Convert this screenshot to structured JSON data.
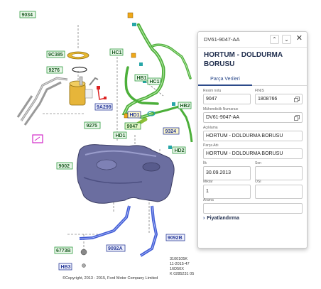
{
  "diagram": {
    "labels": {
      "l9034": "9034",
      "l9c385": "9C385",
      "l9276": "9276",
      "l9a299": "9A299",
      "l9275": "9275",
      "l9002": "9002",
      "l6773b": "6773B",
      "lhb3": "HB3",
      "l9092a": "9092A",
      "l9092b": "9092B",
      "lhc1a": "HC1",
      "lhb1": "HB1",
      "lhc1b": "HC1",
      "lhb2": "HB2",
      "lhd1a": "HD1",
      "l9047": "9047",
      "lhd1b": "HD1",
      "l9324": "9324",
      "lhd2": "HD2"
    },
    "copyright": "©Copyright, 2013 - 2015, Ford Motor Company Limited",
    "ref_lines": [
      "3100105K",
      "11-2015-47",
      "16D50X",
      "K 0285231 05"
    ],
    "colors": {
      "tank": "#6b6ea0",
      "hose_green": "#4caf3a",
      "bracket_blue": "#3f5bd6",
      "label_green": "#2e9b3e",
      "label_blue": "#2a3c9a",
      "label_yellow": "#f0d100",
      "label_magenta": "#d228c8"
    }
  },
  "panel": {
    "code": "DV61-9047-AA",
    "title": "HORTUM - DOLDURMA BORUSU",
    "tab_label": "Parça Verileri",
    "fields": {
      "resim_label": "Resim notu",
      "resim_value": "9047",
      "finis_label": "FINIS",
      "finis_value": "1808766",
      "muh_label": "Mühendislik Numarası",
      "muh_value": "DV61-9047-AA",
      "acik_label": "Açıklama",
      "acik_value": "HORTUM - DOLDURMA BORUSU",
      "parca_label": "Parça Adı",
      "parca_value": "HORTUM - DOLDURMA BORUSU",
      "ilk_label": "İlk",
      "ilk_value": "30.09.2013",
      "son_label": "Son",
      "son_value": "",
      "miktar_label": "Miktar",
      "miktar_value": "1",
      "osi_label": "OSI",
      "osi_value": "",
      "arama_label": "Arama",
      "arama_value": ""
    },
    "price_label": "Fiyatlandırma",
    "icons": [
      "chevron-up-icon",
      "chevron-down-icon",
      "close-icon",
      "copy-icon",
      "chevron-right-icon"
    ]
  }
}
